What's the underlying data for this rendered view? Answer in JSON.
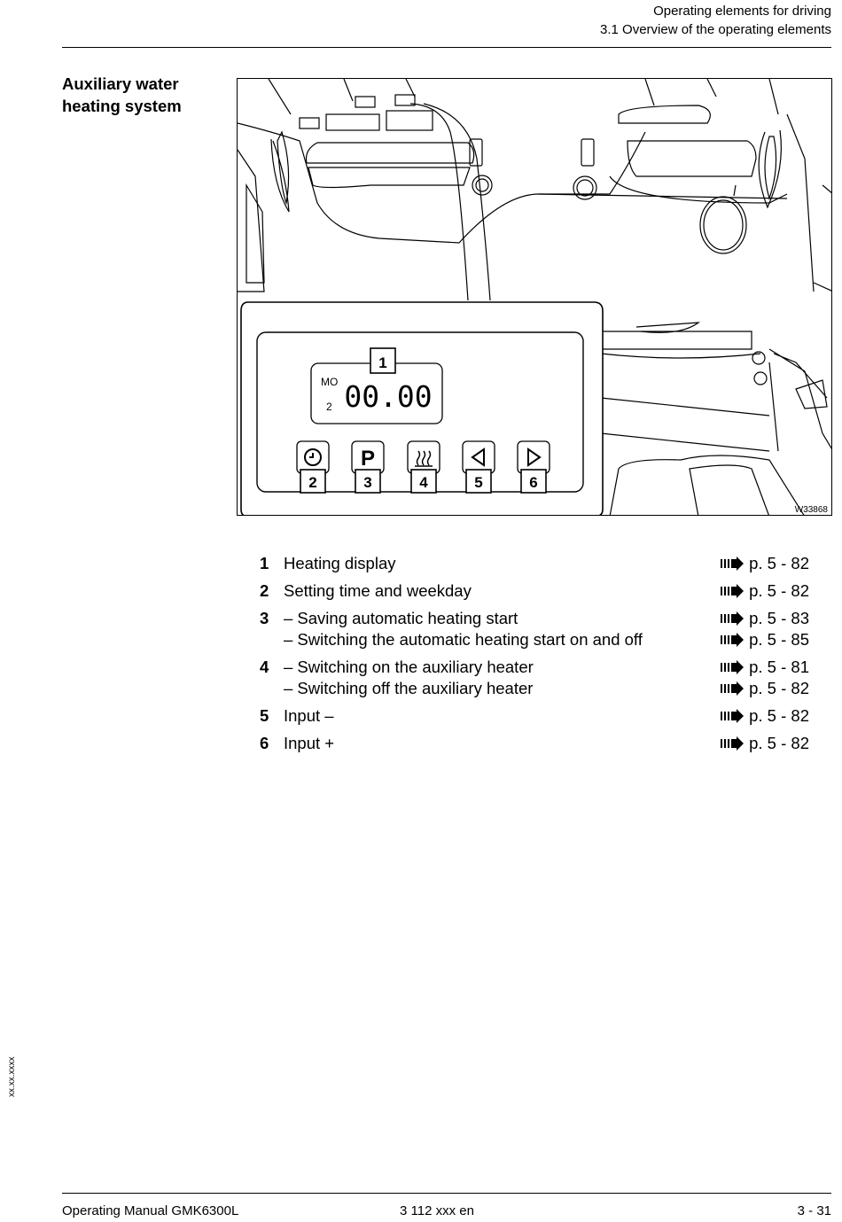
{
  "header": {
    "line1": "Operating elements for driving",
    "line2": "3.1 Overview of the operating elements"
  },
  "section": {
    "title_line1": "Auxiliary water",
    "title_line2": "heating system"
  },
  "figure": {
    "panel": {
      "callout_1": "1",
      "day": "MO",
      "day_number": "2",
      "time": "00.00",
      "button_icons": [
        "clock-icon",
        "p-icon",
        "heat-icon",
        "triangle-left-icon",
        "triangle-right-icon"
      ],
      "button_labels": [
        "2",
        "3",
        "4",
        "5",
        "6"
      ]
    },
    "image_id": "W33868"
  },
  "legend": [
    {
      "num": "1",
      "items": [
        {
          "text": "Heating display",
          "ref": "p. 5 - 82"
        }
      ]
    },
    {
      "num": "2",
      "items": [
        {
          "text": "Setting time and weekday",
          "ref": "p. 5 - 82"
        }
      ]
    },
    {
      "num": "3",
      "items": [
        {
          "text": "– Saving automatic heating start",
          "ref": "p. 5 - 83"
        },
        {
          "text": "– Switching the automatic heating start on and off",
          "ref": "p. 5 - 85"
        }
      ]
    },
    {
      "num": "4",
      "items": [
        {
          "text": "– Switching on the auxiliary heater",
          "ref": "p. 5 - 81"
        },
        {
          "text": "– Switching off the auxiliary heater",
          "ref": "p. 5 - 82"
        }
      ]
    },
    {
      "num": "5",
      "items": [
        {
          "text": "Input –",
          "ref": "p. 5 - 82"
        }
      ]
    },
    {
      "num": "6",
      "items": [
        {
          "text": "Input +",
          "ref": "p. 5 - 82"
        }
      ]
    }
  ],
  "side_code": "xx.xx.xxxx",
  "footer": {
    "left": "Operating Manual GMK6300L",
    "center": "3 112 xxx en",
    "right": "3 - 31"
  }
}
